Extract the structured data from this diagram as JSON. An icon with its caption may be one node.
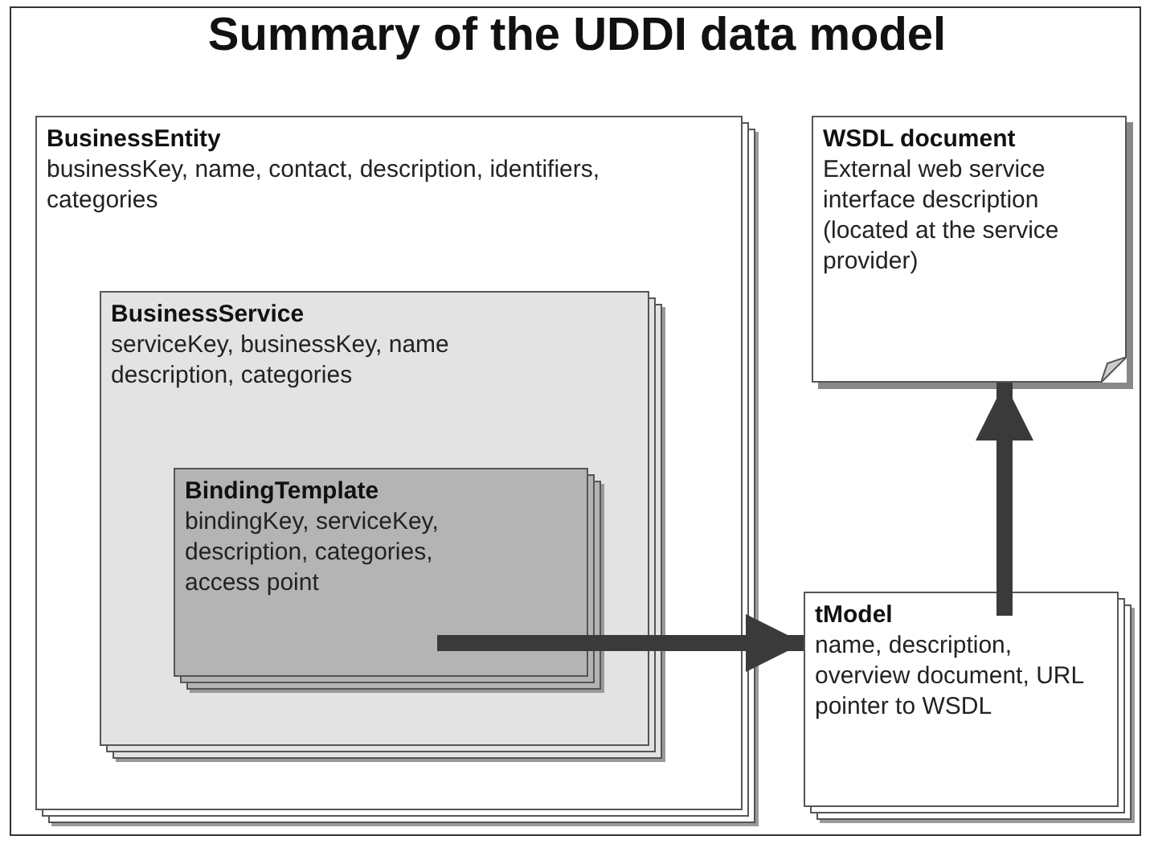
{
  "diagram": {
    "title": "Summary of the UDDI data model",
    "nodes": [
      {
        "text": [
          "BusinessEntity",
          "businessKey, name, contact, description, identifiers, categories"
        ]
      },
      {
        "text": [
          "BusinessService",
          "serviceKey, businessKey, name description, categories"
        ],
        "in": 0
      },
      {
        "text": [
          "BindingTemplate",
          "bindingKey, serviceKey, description, categories, access point"
        ],
        "in": 1
      },
      {
        "text": [
          "tModel",
          "name, description, overview document, URL pointer to WSDL"
        ]
      },
      {
        "text": [
          "WSDL document",
          "External web service interface description (located at the service provider)"
        ]
      }
    ],
    "edges": [
      {
        "from": 2,
        "to": 3,
        "arrow": "to"
      },
      {
        "from": 3,
        "to": 4,
        "arrow": "to"
      }
    ]
  }
}
